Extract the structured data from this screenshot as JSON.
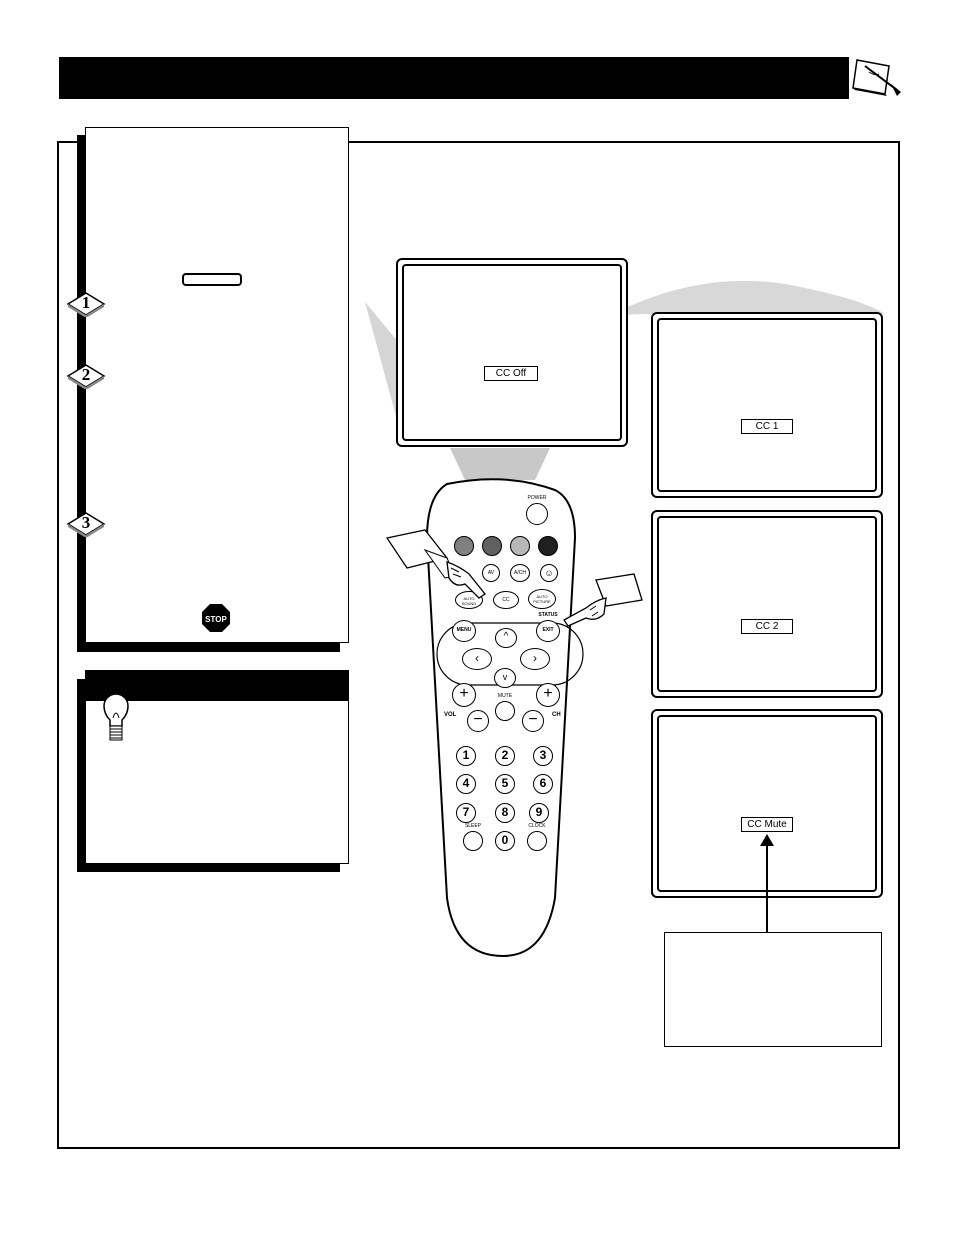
{
  "screens": [
    {
      "label": "CC Off"
    },
    {
      "label": "CC 1"
    },
    {
      "label": "CC 2"
    },
    {
      "label": "CC Mute"
    }
  ],
  "steps": [
    "1",
    "2",
    "3"
  ],
  "remote": {
    "power": "POWER",
    "av": "AV",
    "ach": "A/CH",
    "smart_sound": "AUTO SOUND",
    "cc": "CC",
    "auto_picture": "AUTO PICTURE",
    "status": "STATUS",
    "exit": "EXIT",
    "menu": "MENU",
    "mute": "MUTE",
    "vol": "VOL",
    "ch": "CH",
    "sleep": "SLEEP",
    "clock": "CLOCK",
    "digits": [
      "1",
      "2",
      "3",
      "4",
      "5",
      "6",
      "7",
      "8",
      "9",
      "0"
    ]
  },
  "stop_sign": "STOP",
  "colors": {
    "gray1": "#808080",
    "gray2": "#606060",
    "gray3": "#b8b8b8",
    "dark": "#202020",
    "beam": "#d0d0d0"
  }
}
